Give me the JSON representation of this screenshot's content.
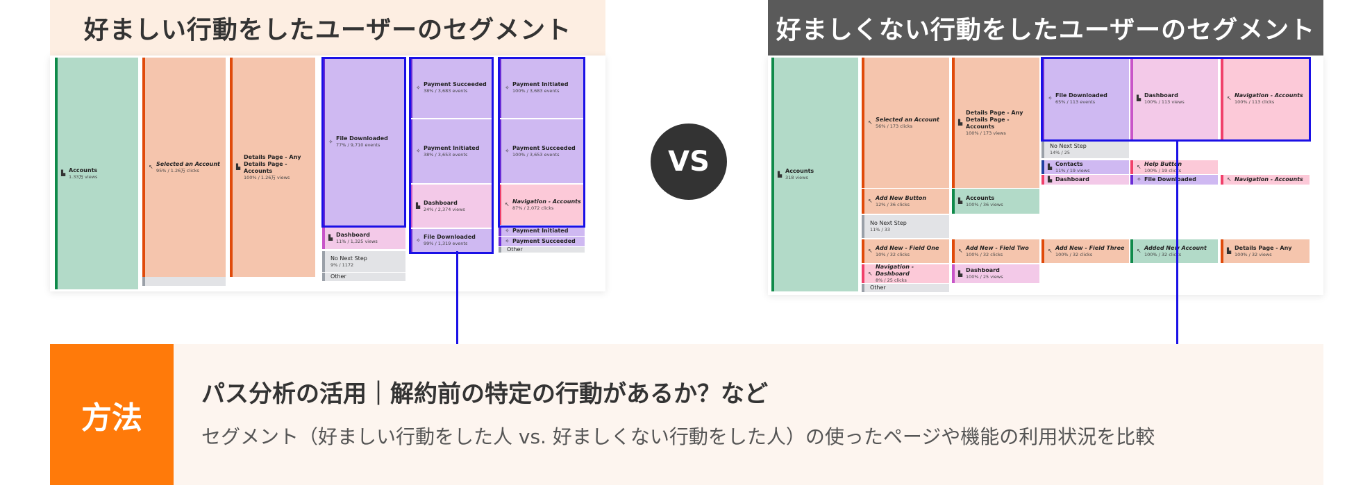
{
  "left_title": "好ましい行動をしたユーザーのセグメント",
  "right_title": "好ましくない行動をしたユーザーのセグメント",
  "vs_label": "VS",
  "method": {
    "label": "方法",
    "heading": "パス分析の活用｜解約前の特定の行動があるか？など",
    "description": "セグメント（好ましい行動をした人 vs. 好ましくない行動をした人）の使ったページや機能の利用状況を比較"
  },
  "colors": {
    "accounts": "#b2dac8",
    "salmon": "#f5c5ad",
    "lavender": "#cfb9f2",
    "pink": "#f3c9e8",
    "rose": "#fcc9d8",
    "gray": "#e2e3e6",
    "highlight": "#1a10e6",
    "method_orange": "#ff7a0a"
  },
  "left_nodes": [
    {
      "key": "L1",
      "icon": "page-icon",
      "name": "Accounts",
      "stat": "1.33万 views"
    },
    {
      "key": "L2",
      "icon": "click-icon",
      "name": "Selected an Account",
      "stat": "95% / 1.26万 clicks",
      "italic": true
    },
    {
      "key": "L3",
      "icon": "page-icon",
      "name": "Details Page - Any\nDetails Page - Accounts",
      "stat": "100% / 1.26万 views"
    },
    {
      "key": "L4",
      "icon": "event-icon",
      "name": "File Downloaded",
      "stat": "77% / 9,710 events"
    },
    {
      "key": "L5",
      "icon": "page-icon",
      "name": "Dashboard",
      "stat": "11% / 1,325 views"
    },
    {
      "key": "L6",
      "name": "No Next Step",
      "stat": "9% / 1172"
    },
    {
      "key": "L7",
      "name": "Other",
      "stat": ""
    },
    {
      "key": "L8",
      "icon": "event-icon",
      "name": "Payment Succeeded",
      "stat": "38% / 3,683 events"
    },
    {
      "key": "L9",
      "icon": "event-icon",
      "name": "Payment Initiated",
      "stat": "38% / 3,653 events"
    },
    {
      "key": "L10",
      "icon": "page-icon",
      "name": "Dashboard",
      "stat": "24% / 2,374 views"
    },
    {
      "key": "L11",
      "icon": "event-icon",
      "name": "File Downloaded",
      "stat": "99% / 1,319 events"
    },
    {
      "key": "L12",
      "icon": "event-icon",
      "name": "Payment Initiated",
      "stat": "100% / 3,683 events"
    },
    {
      "key": "L13",
      "icon": "event-icon",
      "name": "Payment Succeeded",
      "stat": "100% / 3,653 events"
    },
    {
      "key": "L14",
      "icon": "click-icon",
      "name": "Navigation - Accounts",
      "stat": "87% / 2,072 clicks",
      "italic": true
    },
    {
      "key": "L15",
      "name": "Other",
      "stat": ""
    },
    {
      "key": "L16",
      "icon": "event-icon",
      "name": "Payment Initiated",
      "stat": ""
    },
    {
      "key": "L17",
      "icon": "event-icon",
      "name": "Payment Succeeded",
      "stat": ""
    },
    {
      "key": "L18",
      "name": "Other",
      "stat": ""
    }
  ],
  "right_nodes": [
    {
      "key": "R1",
      "icon": "page-icon",
      "name": "Accounts",
      "stat": "318 views"
    },
    {
      "key": "R2",
      "icon": "click-icon",
      "name": "Selected an Account",
      "stat": "56% / 173 clicks",
      "italic": true
    },
    {
      "key": "R3",
      "icon": "click-icon",
      "name": "Add New Button",
      "stat": "12% / 36 clicks",
      "italic": true
    },
    {
      "key": "R4",
      "name": "No Next Step",
      "stat": "11% / 33"
    },
    {
      "key": "R5",
      "icon": "click-icon",
      "name": "Add New - Field One",
      "stat": "10% / 32 clicks",
      "italic": true
    },
    {
      "key": "R6",
      "icon": "click-icon",
      "name": "Navigation - Dashboard",
      "stat": "8% / 25 clicks",
      "italic": true
    },
    {
      "key": "R7",
      "name": "Other",
      "stat": ""
    },
    {
      "key": "R8",
      "icon": "page-icon",
      "name": "Details Page - Any\nDetails Page - Accounts",
      "stat": "100% / 173 views"
    },
    {
      "key": "R9",
      "icon": "page-icon",
      "name": "Accounts",
      "stat": "100% / 36 views"
    },
    {
      "key": "R10",
      "icon": "click-icon",
      "name": "Add New - Field Two",
      "stat": "100% / 32 clicks",
      "italic": true
    },
    {
      "key": "R11",
      "icon": "page-icon",
      "name": "Dashboard",
      "stat": "100% / 25 views"
    },
    {
      "key": "R12",
      "icon": "event-icon",
      "name": "File Downloaded",
      "stat": "65% / 113 events"
    },
    {
      "key": "R13",
      "name": "No Next Step",
      "stat": "14% / 25"
    },
    {
      "key": "R14",
      "icon": "page-icon",
      "name": "Contacts",
      "stat": "11% / 19 views"
    },
    {
      "key": "R15",
      "icon": "page-icon",
      "name": "Dashboard",
      "stat": ""
    },
    {
      "key": "R16",
      "icon": "click-icon",
      "name": "Add New - Field Three",
      "stat": "100% / 32 clicks",
      "italic": true
    },
    {
      "key": "R17",
      "icon": "page-icon",
      "name": "Dashboard",
      "stat": "100% / 113 views"
    },
    {
      "key": "R18",
      "icon": "click-icon",
      "name": "Help Button",
      "stat": "100% / 19 clicks",
      "italic": true
    },
    {
      "key": "R19",
      "icon": "event-icon",
      "name": "File Downloaded",
      "stat": ""
    },
    {
      "key": "R20",
      "icon": "click-icon",
      "name": "Added New Account",
      "stat": "100% / 32 clicks",
      "italic": true
    },
    {
      "key": "R21",
      "icon": "click-icon",
      "name": "Navigation - Accounts",
      "stat": "100% / 113 clicks",
      "italic": true
    },
    {
      "key": "R22",
      "icon": "click-icon",
      "name": "Navigation - Accounts",
      "stat": "",
      "italic": true
    },
    {
      "key": "R23",
      "icon": "page-icon",
      "name": "Details Page - Any",
      "stat": "100% / 32 views"
    }
  ]
}
